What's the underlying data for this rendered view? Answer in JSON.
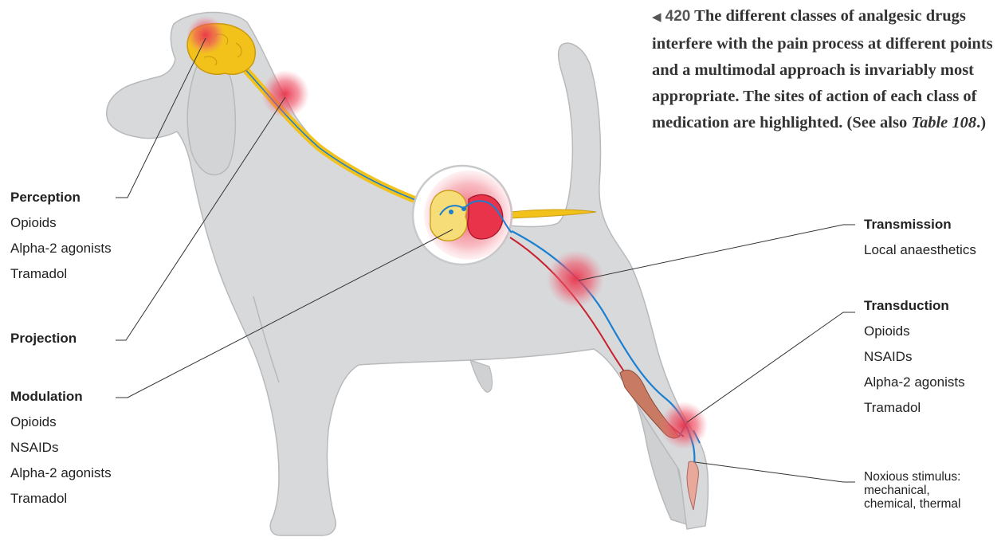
{
  "caption": {
    "marker": "◀",
    "figure_number": "420",
    "text_before_italic": "The different classes of analgesic drugs interfere with the pain process at different points and a multimodal approach is invariably most appropriate. The sites of action of each class of medication are highlighted. (See also ",
    "italic_ref": "Table 108",
    "text_after_italic": ".)"
  },
  "labels": {
    "perception": {
      "heading": "Perception",
      "items": [
        "Opioids",
        "Alpha-2 agonists",
        "Tramadol"
      ]
    },
    "projection": {
      "heading": "Projection",
      "items": []
    },
    "modulation": {
      "heading": "Modulation",
      "items": [
        "Opioids",
        "NSAIDs",
        "Alpha-2 agonists",
        "Tramadol"
      ]
    },
    "transmission": {
      "heading": "Transmission",
      "items": [
        "Local anaesthetics"
      ]
    },
    "transduction": {
      "heading": "Transduction",
      "items": [
        "Opioids",
        "NSAIDs",
        "Alpha-2 agonists",
        "Tramadol"
      ]
    }
  },
  "noxious_stimulus": [
    "Noxious stimulus:",
    "mechanical,",
    "chemical, thermal"
  ],
  "colors": {
    "dog_body": "#d8d9db",
    "dog_outline": "#b8b9bb",
    "nerve_yellow": "#f2c21b",
    "nerve_blue": "#1a7fd0",
    "nerve_red": "#c8202e",
    "highlight": "#e8334a",
    "leader": "#333333"
  }
}
